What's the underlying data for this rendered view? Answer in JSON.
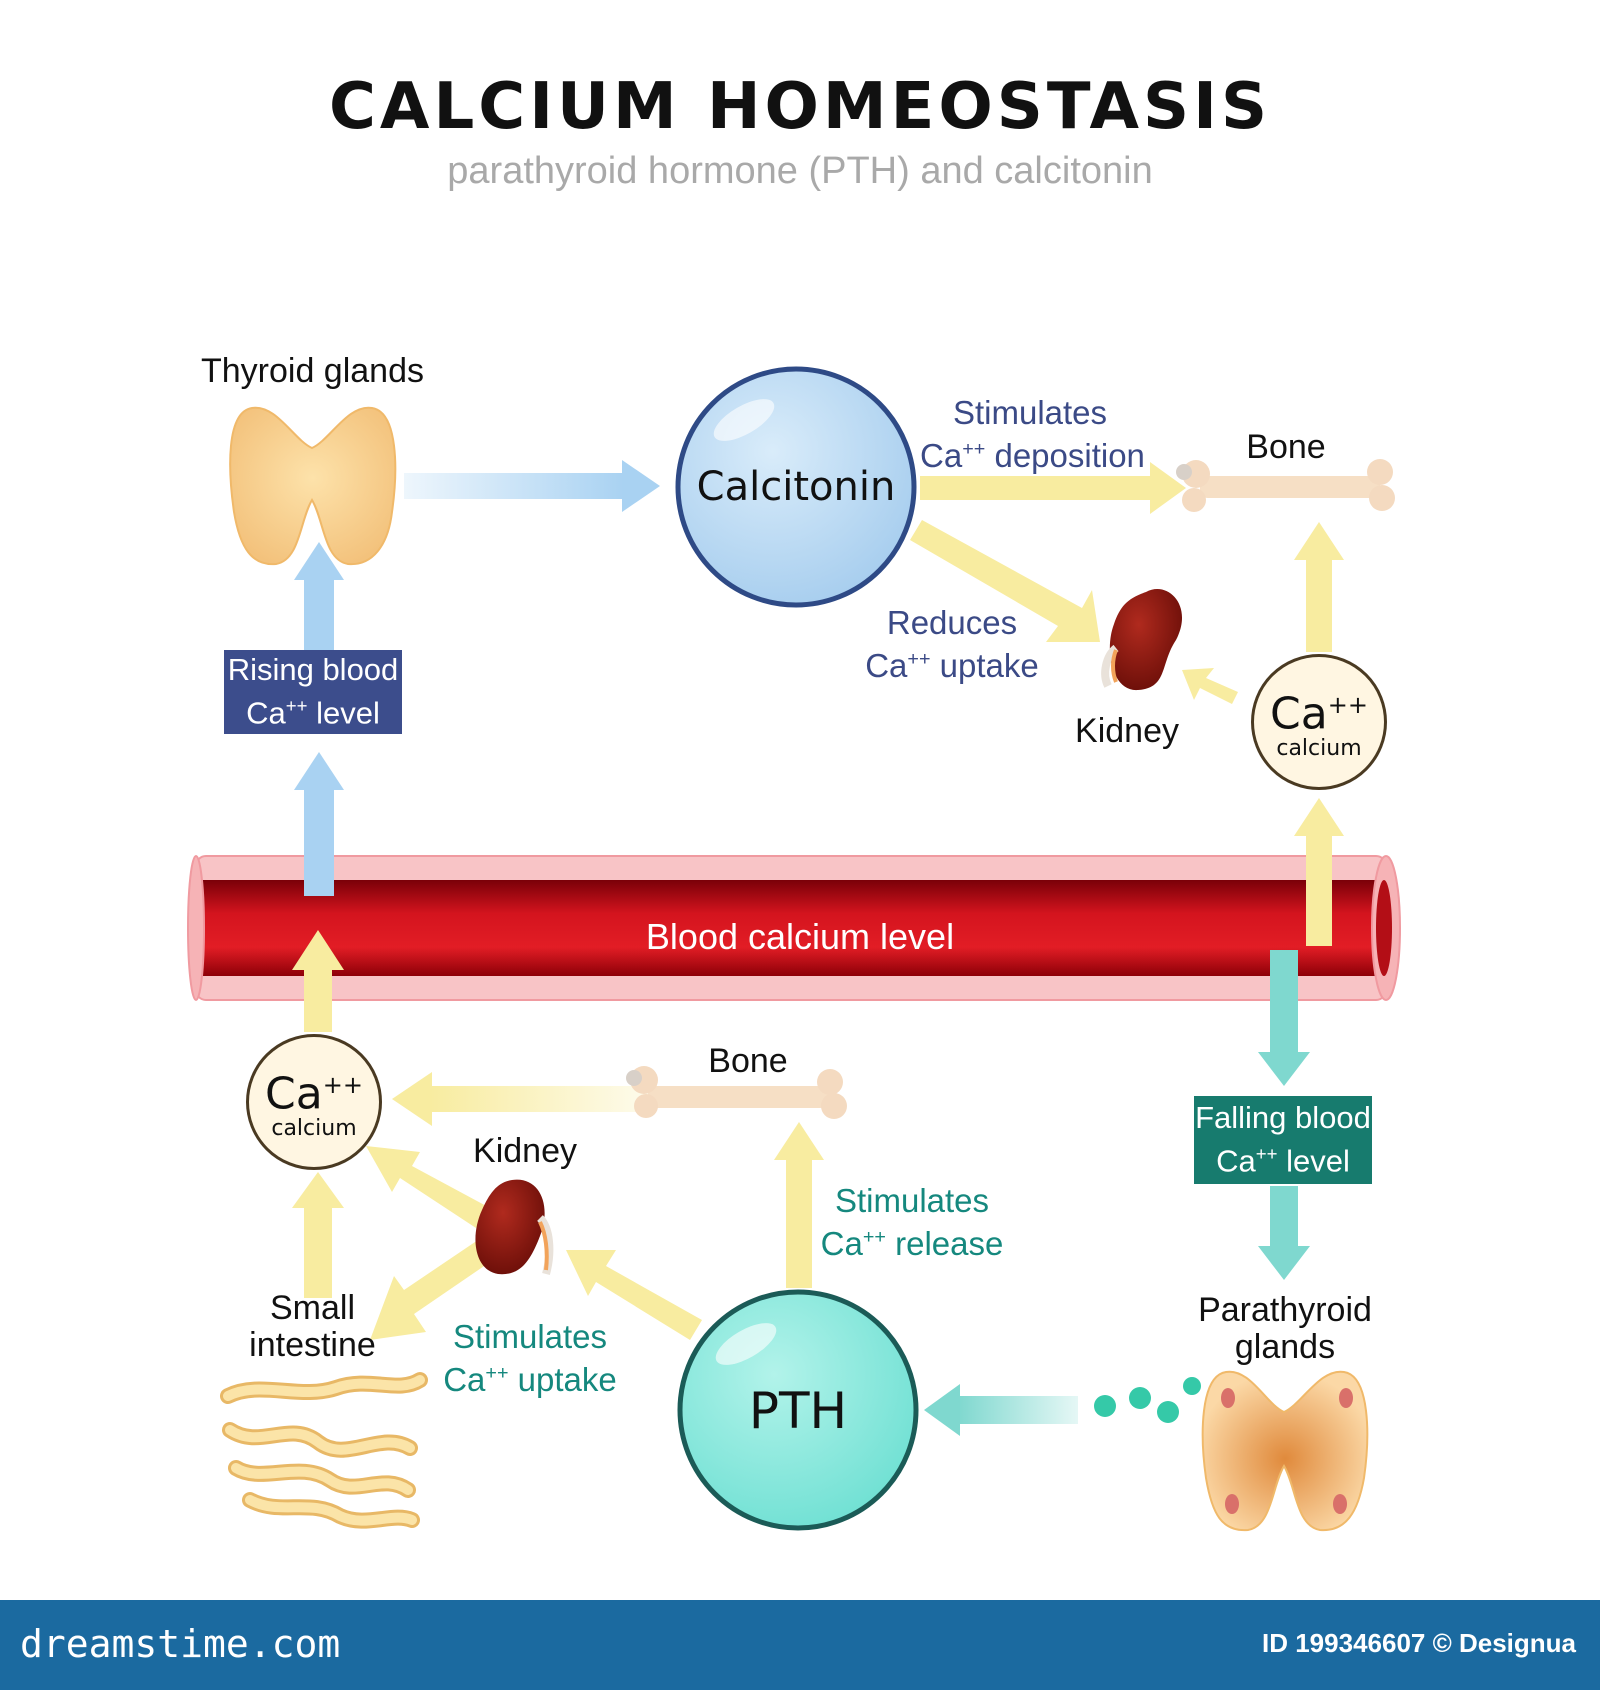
{
  "title": "CALCIUM HOMEOSTASIS",
  "subtitle": "parathyroid hormone (PTH) and calcitonin",
  "nodes": {
    "thyroid": "Thyroid glands",
    "calcitonin": "Calcitonin",
    "bone_top": "Bone",
    "kidney_top": "Kidney",
    "ca_symbol": "Ca",
    "ca_superscript": "++",
    "ca_word": "calcium",
    "blood": "Blood calcium level",
    "bone_bottom": "Bone",
    "kidney_bottom": "Kidney",
    "small_intestine_line1": "Small",
    "small_intestine_line2": "intestine",
    "pth": "PTH",
    "parathyroid_line1": "Parathyroid",
    "parathyroid_line2": "glands"
  },
  "edge_labels": {
    "stimulates_deposition_1": "Stimulates",
    "stimulates_deposition_2_prefix": "Ca",
    "stimulates_deposition_2_suffix": " deposition",
    "reduces_uptake_1": "Reduces",
    "reduces_uptake_2_prefix": "Ca",
    "reduces_uptake_2_suffix": " uptake",
    "stimulates_release_1": "Stimulates",
    "stimulates_release_2_prefix": "Ca",
    "stimulates_release_2_suffix": " release",
    "stimulates_uptake_1": "Stimulates",
    "stimulates_uptake_2_prefix": "Ca",
    "stimulates_uptake_2_suffix": " uptake",
    "superscript": "++"
  },
  "boxes": {
    "rising_1": "Rising blood",
    "rising_2_prefix": "Ca",
    "rising_2_suffix": " level",
    "falling_1": "Falling blood",
    "falling_2_prefix": "Ca",
    "falling_2_suffix": " level"
  },
  "footer": {
    "brand": "dreamstime.com",
    "id": "ID 199346607 © Designua"
  },
  "colors": {
    "calcitonin_fill": "#b9daf2",
    "calcitonin_stroke": "#2e4a86",
    "pth_fill": "#8fe8dc",
    "pth_stroke": "#1b5b57",
    "blood_red": "#c8101a",
    "vessel_pink": "#f6b3b6",
    "arrow_blue": "#a9d2f2",
    "arrow_yellow": "#f8eca0",
    "arrow_teal": "#7fd8cf",
    "footer_blue": "#1b6aa0"
  }
}
